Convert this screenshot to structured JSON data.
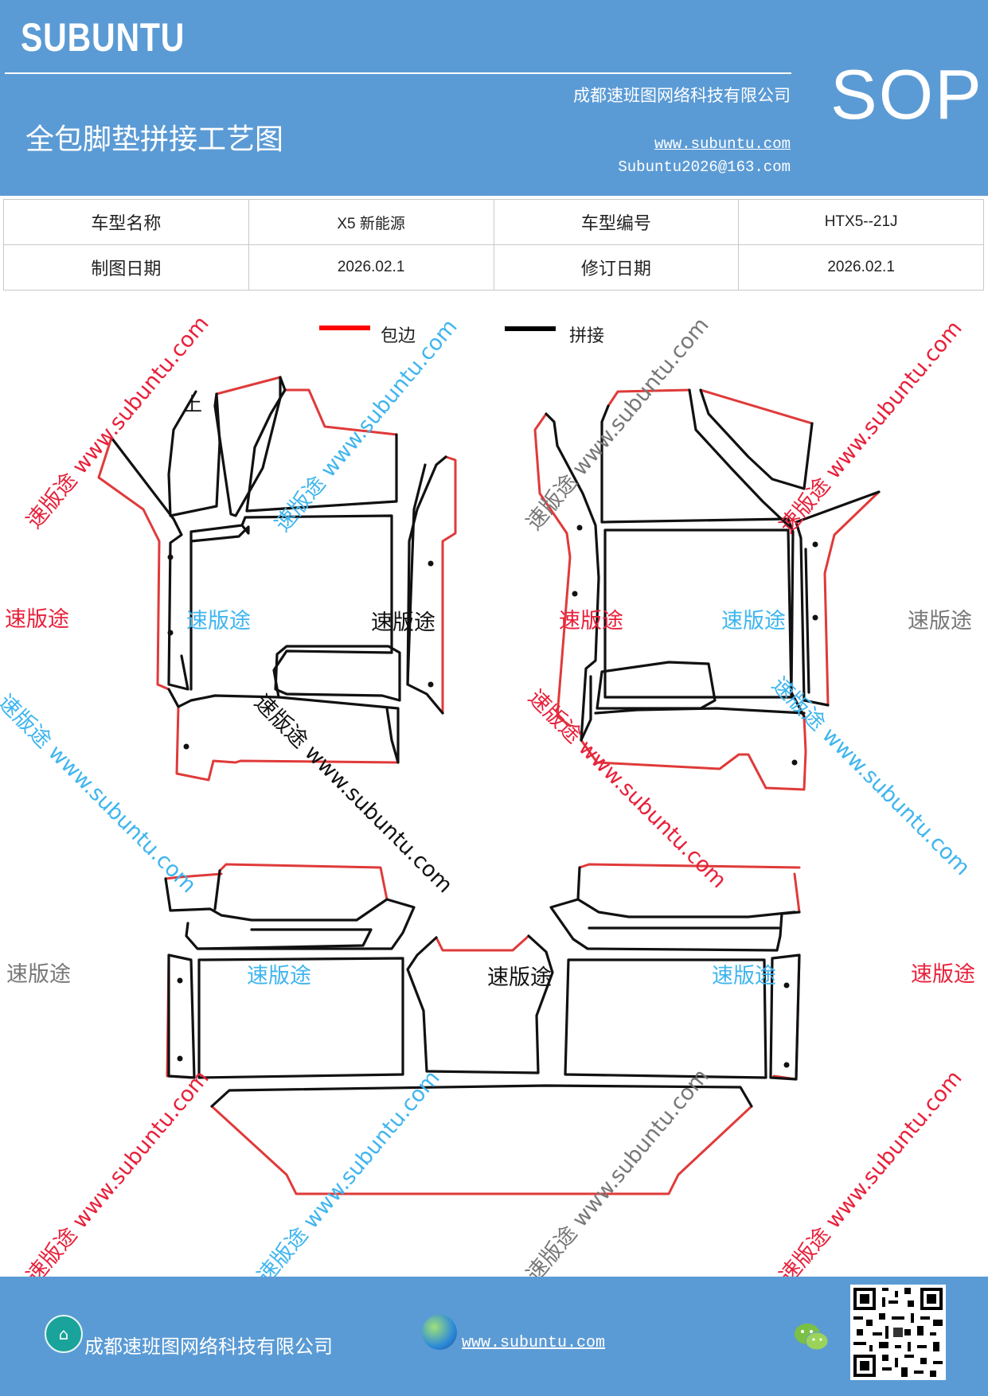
{
  "header": {
    "brand": "SUBUNTU",
    "company": "成都速班图网络科技有限公司",
    "doc_title": "全包脚垫拼接工艺图",
    "website": "www.subuntu.com",
    "email": "Subuntu2026@163.com",
    "sop": "SOP"
  },
  "info_table": {
    "row1": {
      "label_a": "车型名称",
      "value_a": "X5 新能源",
      "label_b": "车型编号",
      "value_b": "HTX5--21J"
    },
    "row2": {
      "label_a": "制图日期",
      "value_a": "2026.02.1",
      "label_b": "修订日期",
      "value_b": "2026.02.1"
    }
  },
  "legend": {
    "hem_label": "包边",
    "hem_color": "#ff0000",
    "splice_label": "拼接",
    "splice_color": "#000000"
  },
  "diagram": {
    "up_marker": "上"
  },
  "watermarks": {
    "brand_cn": "速版途",
    "url": "www.subuntu.com",
    "combo": "速版途 www.subuntu.com"
  },
  "footer": {
    "company": "成都速班图网络科技有限公司",
    "website": "www.subuntu.com",
    "home_icon": "home-icon",
    "globe_icon": "globe-icon",
    "wechat_icon": "wechat-icon",
    "home_glyph": "⌂"
  },
  "colors": {
    "accent": "#5b9bd5",
    "hem": "#e03a3a",
    "watermark_red": "#e8203a",
    "watermark_blue": "#3fb5ee",
    "watermark_gray": "#777777"
  }
}
